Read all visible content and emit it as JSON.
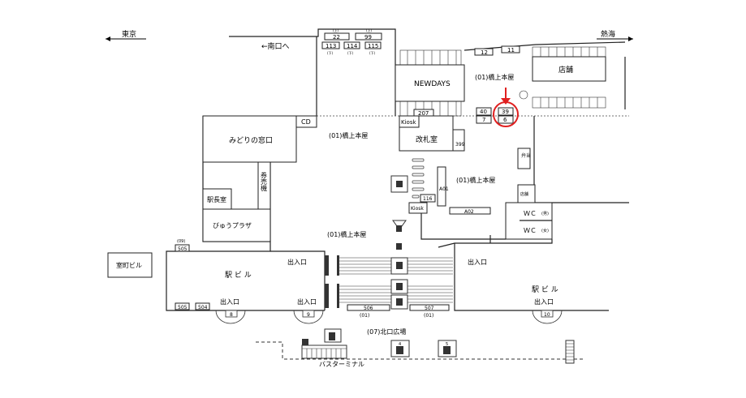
{
  "directions": {
    "left": "東京",
    "right": "熱海",
    "south_exit": "←南口へ"
  },
  "colors": {
    "highlight": "#e02020",
    "line": "#222222"
  },
  "areas": {
    "newdays": "NEWDAYS",
    "concourse_1": "(01)橋上本屋",
    "concourse_2": "(01)橋上本屋",
    "concourse_3": "(01)橋上本屋",
    "concourse_4": "(01)橋上本屋",
    "midori": "みどりの窓口",
    "cd": "CD",
    "kiosk_1": "Kiosk",
    "kiosk_2": "Kiosk",
    "ticket_office": "改札室",
    "ticket_machine": "券売機",
    "station_master": "駅長室",
    "view_plaza": "びゅうプラザ",
    "shop": "店舗",
    "shop_small": "店舗",
    "bento": "弁当",
    "wc_men": "ＷＣ",
    "wc_men_tag": "(男)",
    "wc_women": "ＷＣ",
    "wc_women_tag": "(女)",
    "station_building_left": "駅 ビ ル",
    "station_building_right": "駅 ビ ル",
    "muromachi": "室町ビル",
    "north_plaza": "(07)北口広場",
    "bus_terminal": "バスターミナル"
  },
  "exits": [
    "出入口",
    "出入口",
    "出入口",
    "出入口",
    "出入口"
  ],
  "codes": {
    "c22": "22",
    "c99": "99",
    "c113": "113",
    "c114": "114",
    "c115": "115",
    "up1": "(上)",
    "up2": "(上)",
    "dn1": "(下)",
    "dn2": "(下)",
    "dn3": "(下)",
    "c12": "12",
    "c11": "11",
    "c207": "207",
    "c40": "40",
    "c7": "7",
    "c39": "39",
    "c6": "6",
    "c399": "399",
    "c116": "116",
    "a01": "A01",
    "a02": "A02",
    "c09": "(09)",
    "c505a": "505",
    "c505b": "505",
    "c504": "504",
    "c506": "506",
    "c507": "507",
    "c01a": "(01)",
    "c01b": "(01)",
    "c8": "8",
    "c9": "9",
    "c10": "10",
    "c4": "4",
    "c5": "5"
  }
}
